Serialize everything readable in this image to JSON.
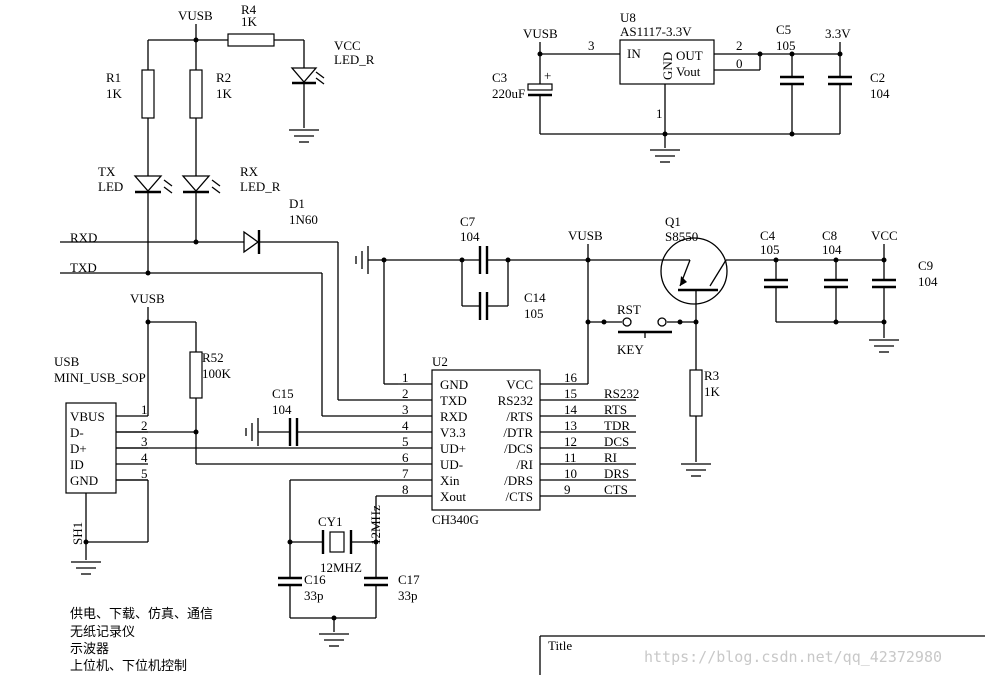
{
  "labels": {
    "vusb": "VUSB",
    "r4_ref": "R4",
    "r4_val": "1K",
    "vcc": "VCC",
    "led_r": "LED_R",
    "r1_ref": "R1",
    "r1_val": "1K",
    "r2_ref": "R2",
    "r2_val": "1K",
    "tx": "TX",
    "led": "LED",
    "rx": "RX",
    "d1_ref": "D1",
    "d1_val": "1N60",
    "rxd": "RXD",
    "txd": "TXD",
    "u8_ref": "U8",
    "u8_val": "AS1117-3.3V",
    "in": "IN",
    "out": "OUT",
    "gnd": "GND",
    "vout": "Vout",
    "pin3": "3",
    "pin2": "2",
    "pin0": "0",
    "c3_ref": "C3",
    "c3_val": "220uF",
    "plus": "+",
    "c5_ref": "C5",
    "c5_val": "105",
    "v33": "3.3V",
    "c2_ref": "C2",
    "c2_val": "104",
    "one": "1",
    "c7_ref": "C7",
    "c7_val": "104",
    "c14_ref": "C14",
    "c14_val": "105",
    "q1_ref": "Q1",
    "q1_val": "S8550",
    "c4_ref": "C4",
    "c4_val": "105",
    "c8_ref": "C8",
    "c8_val": "104",
    "c9_ref": "C9",
    "c9_val": "104",
    "rst": "RST",
    "key": "KEY",
    "r3_ref": "R3",
    "r3_val": "1K",
    "u2_ref": "U2",
    "u2_val": "CH340G",
    "usb_ref": "USB",
    "usb_val": "MINI_USB_SOP",
    "r52_ref": "R52",
    "r52_val": "100K",
    "c15_ref": "C15",
    "c15_val": "104",
    "sh1": "SH1",
    "cy1_ref": "CY1",
    "cy1_val": "12MHZ",
    "xtal_freq": "12MHz",
    "c16_ref": "C16",
    "c16_val": "33p",
    "c17_ref": "C17",
    "c17_val": "33p",
    "title": "Title",
    "watermark": "https://blog.csdn.net/qq_42372980"
  },
  "usb_pins": {
    "names": [
      "VBUS",
      "D-",
      "D+",
      "ID",
      "GND"
    ],
    "numbers": [
      "1",
      "2",
      "3",
      "4",
      "5"
    ]
  },
  "ch340_left": {
    "names": [
      "GND",
      "TXD",
      "RXD",
      "V3.3",
      "UD+",
      "UD-",
      "Xin",
      "Xout"
    ],
    "numbers": [
      "1",
      "2",
      "3",
      "4",
      "5",
      "6",
      "7",
      "8"
    ]
  },
  "ch340_right": {
    "names": [
      "VCC",
      "RS232",
      "/RTS",
      "/DTR",
      "/DCS",
      "/RI",
      "/DRS",
      "/CTS"
    ],
    "numbers": [
      "16",
      "15",
      "14",
      "13",
      "12",
      "11",
      "10",
      "9"
    ],
    "nets": [
      "RS232",
      "RTS",
      "TDR",
      "DCS",
      "RI",
      "DRS",
      "CTS"
    ]
  },
  "notes": [
    "供电、下载、仿真、通信",
    "无纸记录仪",
    "示波器",
    "上位机、下位机控制"
  ]
}
